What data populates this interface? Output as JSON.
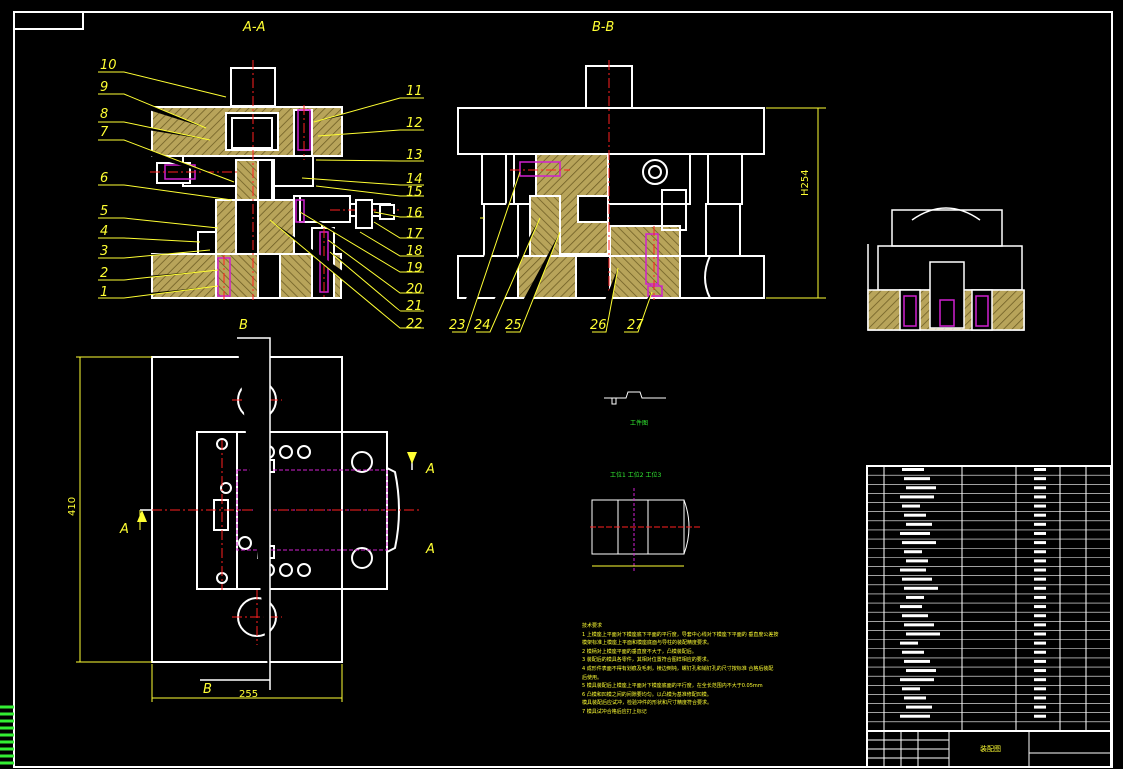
{
  "section_labels": {
    "a_a": "A-A",
    "b_b": "B-B"
  },
  "part_numbers": [
    "1",
    "2",
    "3",
    "4",
    "5",
    "6",
    "7",
    "8",
    "9",
    "10",
    "11",
    "12",
    "13",
    "14",
    "15",
    "16",
    "17",
    "18",
    "19",
    "20",
    "21",
    "22",
    "23",
    "24",
    "25",
    "26",
    "27"
  ],
  "dimensions": {
    "height_closed": "H254",
    "plan_height": "410",
    "plan_width": "255"
  },
  "cut_marks": {
    "a": "A",
    "b": "B"
  },
  "notes": {
    "title": "技术要求",
    "lines": [
      "1 上模座上平面对下模座底下平面的平行度，导套中心线对下模座下平面的    垂直度公差按",
      "   模架标准上模座上平面和模座底面与导柱的装配精度要求。",
      "2 模柄对上模座平面的垂直度不大于，凸模装配后。",
      "3 装配后的模具各零件，其相对位置符合图样相应的要求。",
      "4 成形件表面不得有划痕及毛刺，棱边倒钝，螺钉孔和销钉孔的尺寸按标准      合格后装配",
      "   后使用。",
      "5 模具装配后上模座上平面对下模座底面的平行度，在全长范围内不大于0.05mm",
      "6 凸模和凹模之间的间隙要均匀。以凸模为基准修配凹模。",
      "   模具装配后应试冲，检验冲件的形状和尺寸精度符合要求。",
      "7 模具试冲合格后应打上标记"
    ]
  },
  "part_views": {
    "part_caption": "工件图",
    "strip_note": "工位1  工位2  工位3"
  },
  "title_block": {
    "drawing_name": "装配图"
  },
  "colors": {
    "background": "#000000",
    "outline": "#ffffff",
    "section_fill": "#c8b45a",
    "leader": "#ffff33",
    "centerline": "#ff2020",
    "hidden": "#d020d0",
    "dim": "#ffff33",
    "green": "#33ee33"
  }
}
